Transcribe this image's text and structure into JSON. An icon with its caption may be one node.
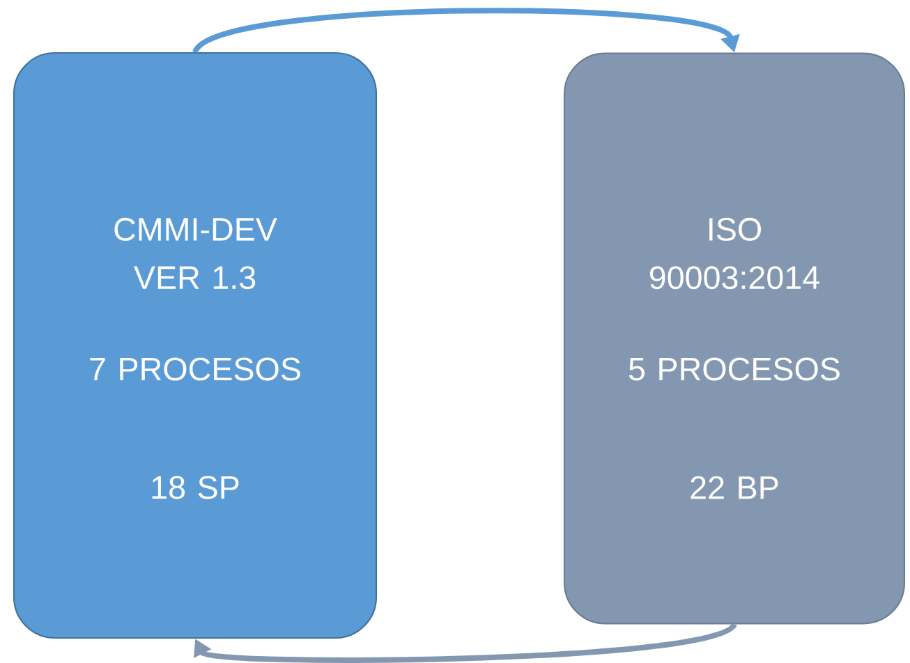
{
  "diagram": {
    "nodes": [
      {
        "text": [
          "CMMI-DEV VER 1.3",
          "7 PROCESOS",
          "18 SP"
        ]
      },
      {
        "text": [
          "ISO 90003:2014",
          "5 PROCESOS",
          "22 BP"
        ]
      }
    ],
    "edges": [
      {
        "from": 0,
        "to": 1,
        "arrow": "to",
        "color": "#5b9bd5"
      },
      {
        "from": 1,
        "to": 0,
        "arrow": "to",
        "color": "#8497b0"
      }
    ]
  }
}
